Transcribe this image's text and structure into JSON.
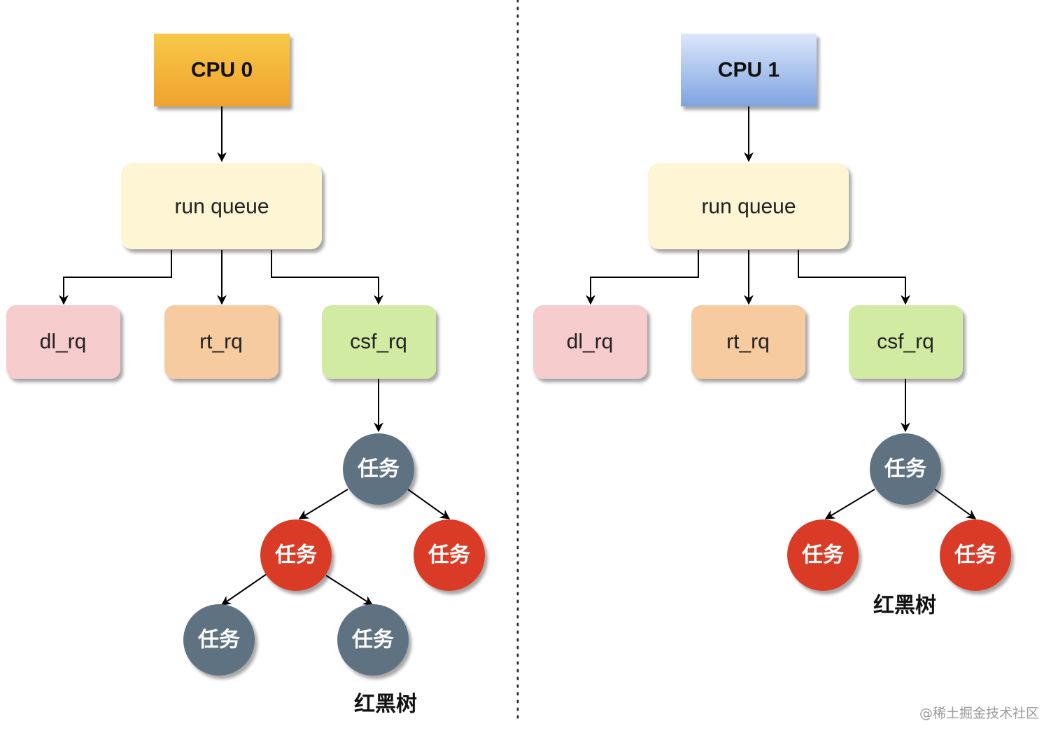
{
  "panels": [
    {
      "cpu_label": "CPU 0",
      "run_queue_label": "run queue",
      "sub_queues": [
        "dl_rq",
        "rt_rq",
        "csf_rq"
      ],
      "tree_caption": "红黑树",
      "tasks": [
        {
          "label": "任务",
          "color": "red-black-black"
        },
        {
          "label": "任务",
          "color": "red"
        },
        {
          "label": "任务",
          "color": "red"
        },
        {
          "label": "任务",
          "color": "black"
        },
        {
          "label": "任务",
          "color": "black"
        }
      ]
    },
    {
      "cpu_label": "CPU 1",
      "run_queue_label": "run queue",
      "sub_queues": [
        "dl_rq",
        "rt_rq",
        "csf_rq"
      ],
      "tree_caption": "红黑树",
      "tasks": [
        {
          "label": "任务",
          "color": "black"
        },
        {
          "label": "任务",
          "color": "red"
        },
        {
          "label": "任务",
          "color": "red"
        }
      ]
    }
  ],
  "colors": {
    "cpu0_top": "#f7c948",
    "cpu0_bottom": "#f0a12e",
    "cpu1_top": "#dbe7fb",
    "cpu1_bottom": "#7ea3e0",
    "run_queue": "#fdf5d3",
    "dl_rq": "#f7cccc",
    "rt_rq": "#f6cba0",
    "csf_rq": "#d2eba2",
    "task_black": "#5f7282",
    "task_red": "#d93a26",
    "divider": "#333333"
  },
  "watermark": "@稀土掘金技术社区"
}
